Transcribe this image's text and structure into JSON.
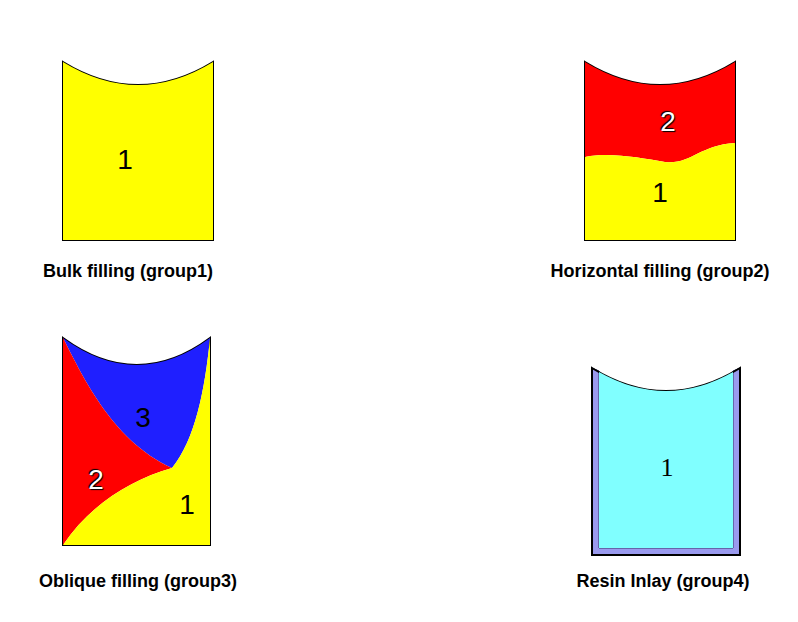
{
  "diagram": {
    "nodes": [
      {
        "text": [
          "1"
        ]
      },
      {
        "text": [
          "2"
        ]
      },
      {
        "text": [
          "1"
        ]
      },
      {
        "text": [
          "3"
        ]
      },
      {
        "text": [
          "2"
        ]
      },
      {
        "text": [
          "1"
        ]
      },
      {
        "text": [
          "1"
        ]
      }
    ],
    "labels": [
      "Bulk filling (group1)",
      "Horizontal filling (group2)",
      "Oblique filling (group3)",
      "Resin Inlay (group4)"
    ]
  }
}
